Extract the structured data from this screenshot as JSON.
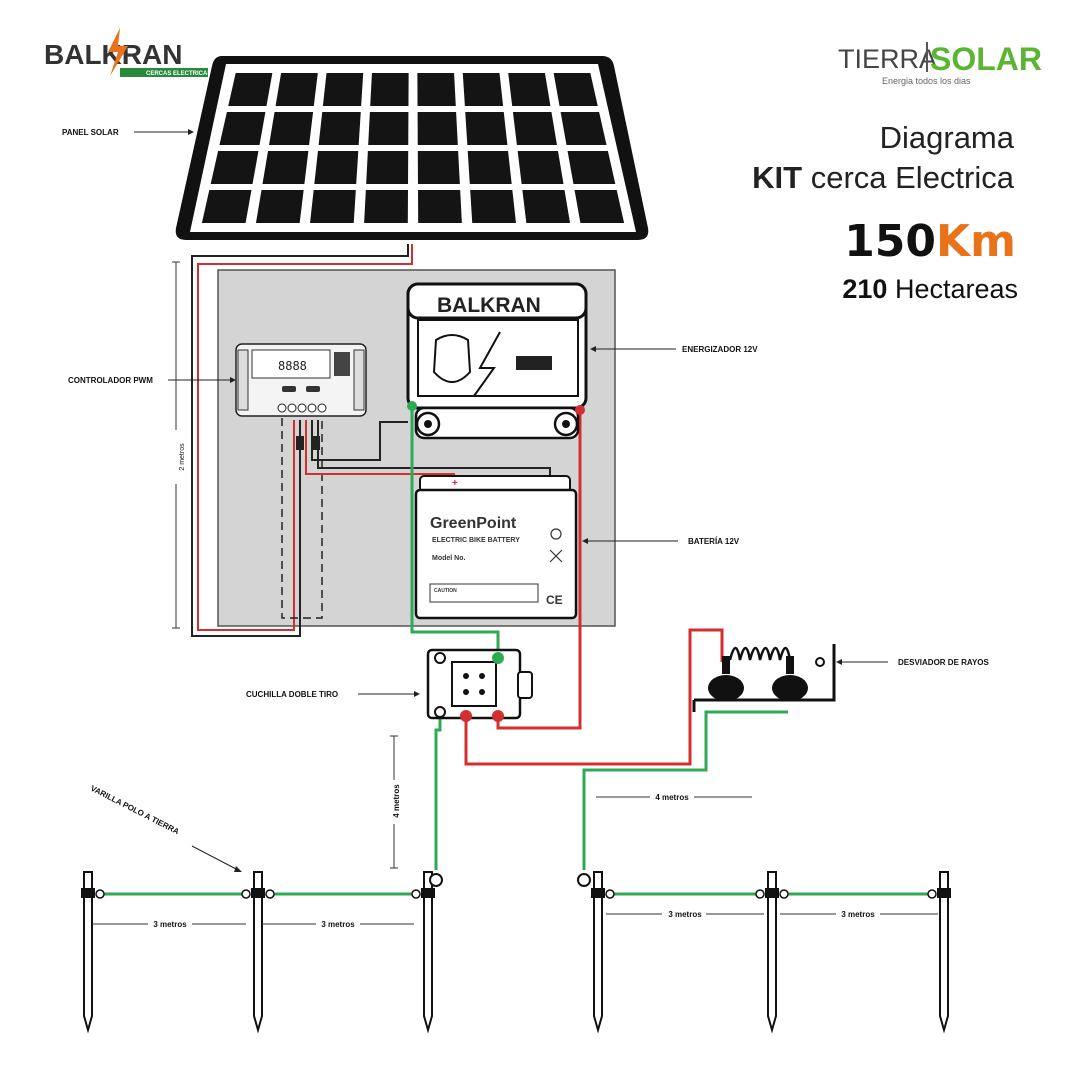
{
  "brand": {
    "left_logo": "BALKRAN",
    "left_tagline": "CERCAS ELECTRICAS",
    "right_logo_a": "TIERRA",
    "right_logo_b": "SOLAR",
    "right_tagline": "Energia todos los dias"
  },
  "title": {
    "line1": "Diagrama",
    "line2_bold": "KIT",
    "line2_rest": " cerca Electrica",
    "distance_num": "150",
    "distance_unit": "Km",
    "area_num": "210",
    "area_unit": " Hectareas"
  },
  "labels": {
    "panel": "PANEL SOLAR",
    "controller": "CONTROLADOR PWM",
    "energizer": "ENERGIZADOR 12V",
    "battery": "BATERÍA 12V",
    "switch": "CUCHILLA DOBLE TIRO",
    "lightning": "DESVIADOR DE RAYOS",
    "ground_rod": "VARILLA POLO A TIERRA"
  },
  "measures": {
    "two_m": "2 metros",
    "four_m_left": "4 metros",
    "four_m_right": "4 metros",
    "three_m": "3 metros"
  },
  "devices": {
    "energizer_brand": "BALKRAN",
    "battery_brand": "GreenPoint",
    "battery_type": "ELECTRIC BIKE BATTERY",
    "battery_model": "Model No.",
    "battery_caution": "CAUTION",
    "battery_ce": "CE"
  },
  "colors": {
    "positive_wire": "#d32f2f",
    "ground_wire": "#2eaa55",
    "brand_orange": "#e8731a",
    "brand_green": "#5bb533",
    "board_gray": "#d4d4d4"
  }
}
